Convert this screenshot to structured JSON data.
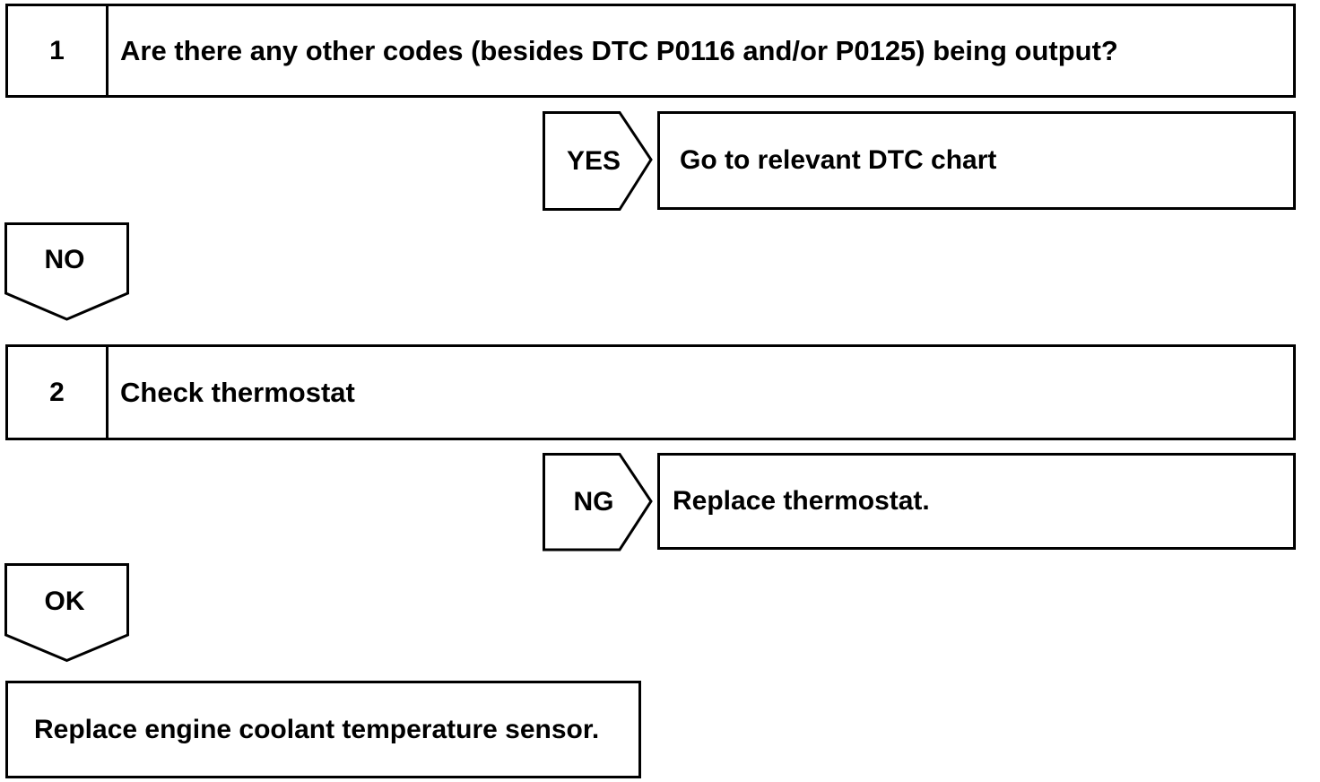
{
  "steps": [
    {
      "number": "1",
      "text": "Are there any other codes (besides DTC P0116 and/or P0125) being output?",
      "branch": {
        "label": "YES",
        "result": "Go to relevant DTC chart"
      },
      "continue_label": "NO"
    },
    {
      "number": "2",
      "text": "Check thermostat",
      "branch": {
        "label": "NG",
        "result": "Replace thermostat."
      },
      "continue_label": "OK"
    }
  ],
  "final_action": "Replace engine coolant temperature sensor."
}
